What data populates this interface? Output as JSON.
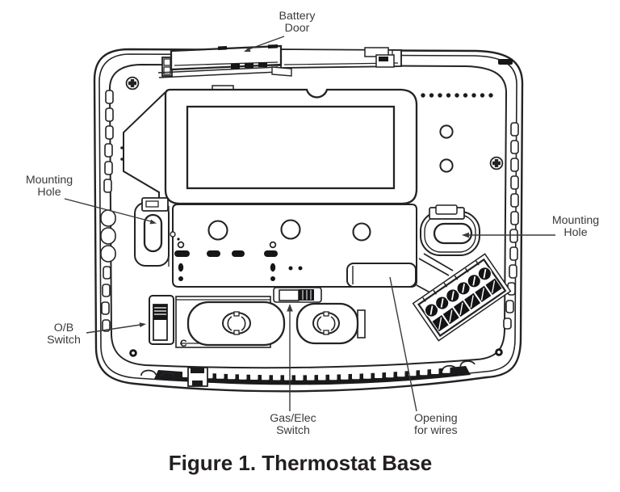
{
  "caption": "Figure 1. Thermostat Base",
  "callouts": {
    "battery_door": {
      "l1": "Battery",
      "l2": "Door"
    },
    "mounting_hole_left": {
      "l1": "Mounting",
      "l2": "Hole"
    },
    "mounting_hole_right": {
      "l1": "Mounting",
      "l2": "Hole"
    },
    "ob_switch": {
      "l1": "O/B",
      "l2": "Switch"
    },
    "gas_elec_switch": {
      "l1": "Gas/Elec",
      "l2": "Switch"
    },
    "opening_for_wires": {
      "l1": "Opening",
      "l2": "for wires"
    }
  },
  "markings": {
    "c_label": "C"
  },
  "colors": {
    "line": "#232325",
    "label_text": "#3a3a3c",
    "leader": "#3a3a3a",
    "background": "#ffffff"
  }
}
